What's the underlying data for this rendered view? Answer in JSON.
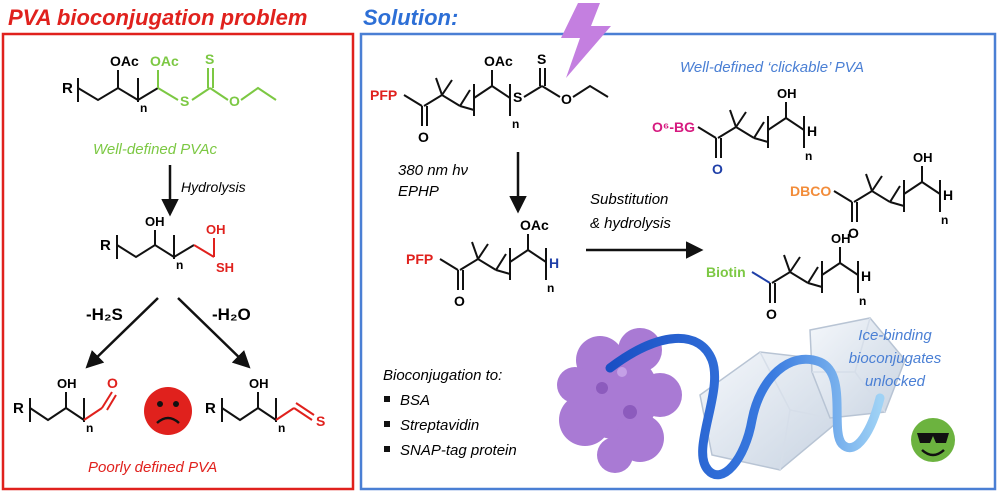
{
  "left_panel": {
    "title": "PVA bioconjugation problem",
    "caption_top": "Well-defined PVAc",
    "step_hydrolysis": "Hydrolysis",
    "elim_h2s": "-H₂S",
    "elim_h2o": "-H₂O",
    "caption_bottom": "Poorly defined PVA",
    "atoms": {
      "R": "R",
      "OAc": "OAc",
      "S": "S",
      "O": "O",
      "OH": "OH",
      "SH": "SH",
      "n": "n"
    },
    "colors": {
      "frame": "#e0211d",
      "pvac": "#7cc843",
      "bad": "#e0211d"
    }
  },
  "right_panel": {
    "title": "Solution:",
    "subtitle_clickable": "Well-defined ‘clickable’ PVA",
    "cond_line1": "380 nm hν",
    "cond_line2": "EPHP",
    "sub_line1": "Substitution",
    "sub_line2": "& hydrolysis",
    "end_groups": {
      "pfp": "PFP",
      "o6bg": "O⁶-BG",
      "dbco": "DBCO",
      "biotin": "Biotin"
    },
    "atoms": {
      "OAc": "OAc",
      "S": "S",
      "O": "O",
      "OH": "OH",
      "H": "H",
      "n": "n"
    },
    "bioconj_title": "Bioconjugation to:",
    "bioconj_items": [
      "BSA",
      "Streptavidin",
      "SNAP-tag protein"
    ],
    "ice_line1": "Ice-binding",
    "ice_line2": "bioconjugates",
    "ice_line3": "unlocked",
    "colors": {
      "frame": "#4a7fd4",
      "title": "#2d6fd6",
      "subtitle": "#4a7fd4",
      "pfp": "#e0211d",
      "o6bg": "#d6197f",
      "dbco": "#f28c3a",
      "biotin": "#7cc843",
      "lightning": "#c47fe0",
      "protein": "#a97ad4",
      "ribbon": "#2b5fcf",
      "happy": "#6cb33f"
    }
  }
}
